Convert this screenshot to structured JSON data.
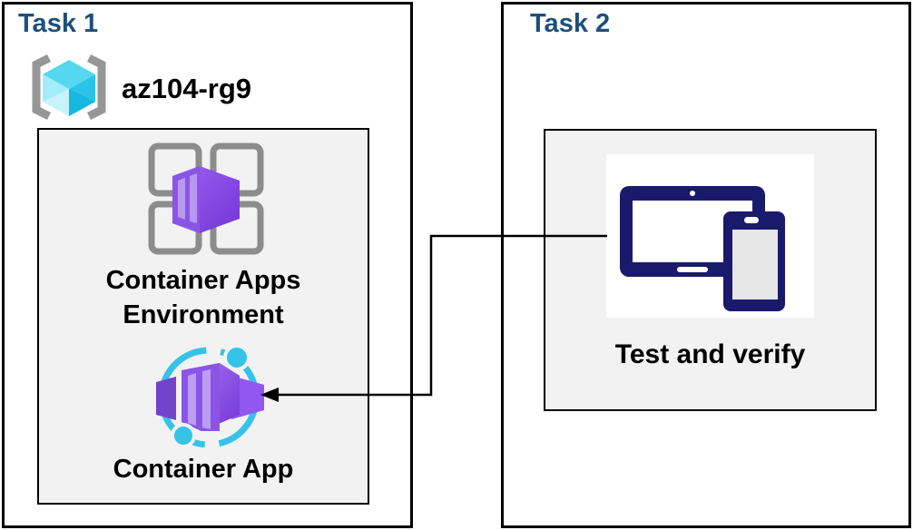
{
  "task1": {
    "title": "Task 1",
    "resource_group": {
      "name": "az104-rg9",
      "icon": "resource-group-icon"
    },
    "nodes": [
      {
        "label": "Container Apps Environment",
        "icon": "container-apps-environment-icon"
      },
      {
        "label": "Container App",
        "icon": "container-app-icon"
      }
    ]
  },
  "task2": {
    "title": "Task 2",
    "nodes": [
      {
        "label": "Test and verify",
        "icon": "tablet-phone-icon"
      }
    ]
  },
  "connector": {
    "from": "test-and-verify",
    "to": "container-app",
    "shape": "elbow-line-with-arrowhead"
  },
  "colors": {
    "title_blue": "#1F4E79",
    "box_fill_gray": "#F2F2F2",
    "border_black": "#000000",
    "container_purple": "#7C3FE0",
    "container_purple_light": "#A47BF0",
    "cyan_accent": "#35C3E8",
    "device_navy": "#1A1A6C",
    "bracket_gray": "#969696",
    "grid_gray": "#8C8C8C"
  }
}
